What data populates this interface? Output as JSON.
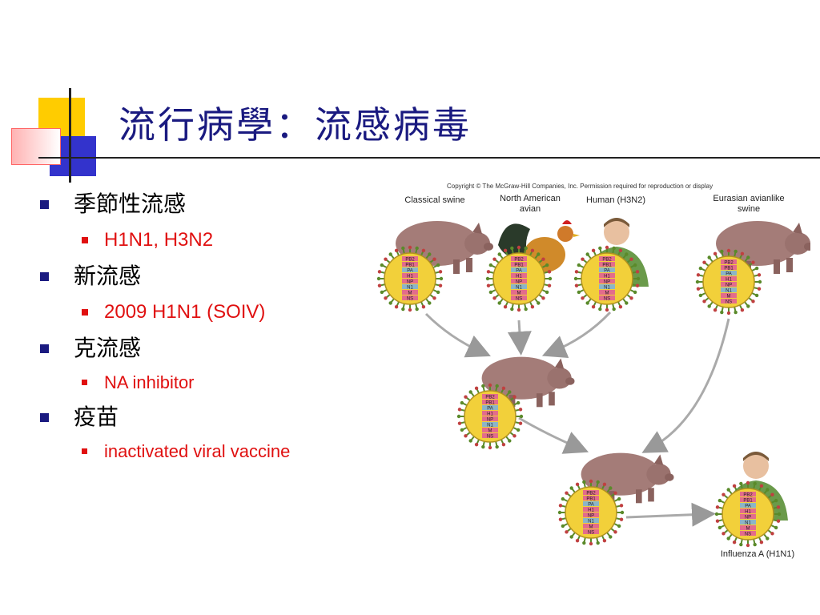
{
  "title": "流行病學：流感病毒",
  "bullets": [
    {
      "label": "季節性流感",
      "sub": [
        "H1N1, H3N2"
      ]
    },
    {
      "label": "新流感",
      "sub": [
        "2009 H1N1 (SOIV)"
      ]
    },
    {
      "label": "克流感",
      "sub": [
        "NA inhibitor"
      ]
    },
    {
      "label": "疫苗",
      "sub": [
        "inactivated viral vaccine"
      ]
    }
  ],
  "figure": {
    "copyright": "Copyright © The McGraw-Hill Companies, Inc. Permission required for reproduction or display",
    "labels": {
      "classical_swine": "Classical swine",
      "north_american_avian_1": "North American",
      "north_american_avian_2": "avian",
      "human_h3n2": "Human (H3N2)",
      "eurasian_1": "Eurasian avianlike",
      "eurasian_2": "swine",
      "result": "Influenza A (H1N1)"
    },
    "segments": [
      "PB2",
      "PB1",
      "PA",
      "H1",
      "NP",
      "N1",
      "M",
      "NS"
    ]
  },
  "colors": {
    "title": "#1a1a80",
    "sub_bullet": "#e01010",
    "virus_fill": "#f2d03a",
    "virus_spike": "#5a8a2a"
  }
}
